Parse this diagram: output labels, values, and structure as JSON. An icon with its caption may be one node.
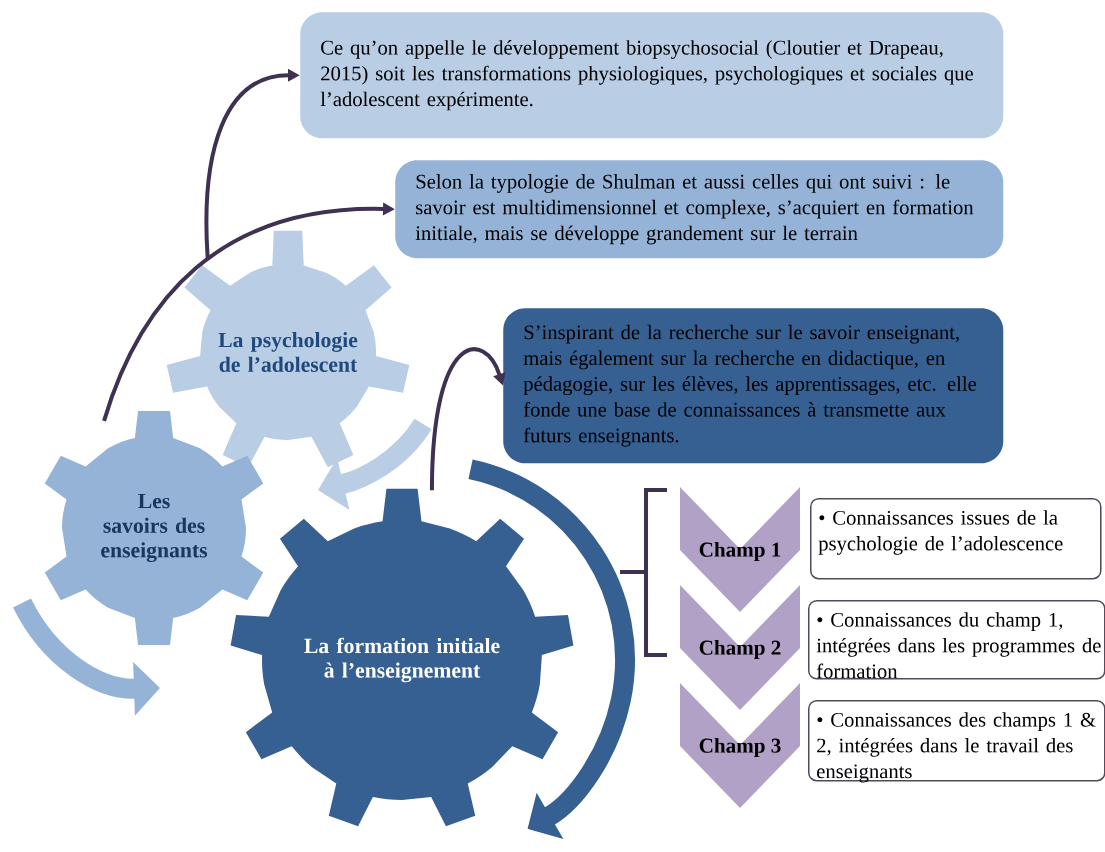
{
  "diagram": {
    "nodes": [
      {
        "text": [
          "La psychologie de l’adolescent"
        ]
      },
      {
        "text": [
          "Les savoirs des enseignants"
        ]
      },
      {
        "text": [
          "La formation initiale à l’enseignement"
        ]
      },
      {
        "text": [
          "Ce qu’on appelle le développement biopsychosocial (Cloutier et Drapeau, 2015) soit les transformations physiologiques, psychologiques et sociales que l’adolescent expérimente."
        ]
      },
      {
        "text": [
          "Selon la typologie de Shulman et aussi celles qui ont suivi : le savoir est multidimensionnel et complexe, s’acquiert en formation initiale, mais se développe grandement sur le terrain"
        ]
      },
      {
        "text": [
          "S’inspirant de la recherche sur le savoir enseignant, mais également sur la recherche en didactique, en pédagogie, sur les élèves, les apprentissages, etc. elle fonde une base de connaissances à transmette aux futurs enseignants."
        ]
      },
      {
        "text": [
          "Champ 1"
        ]
      },
      {
        "text": [
          "Champ 2"
        ]
      },
      {
        "text": [
          "Champ 3"
        ]
      },
      {
        "text": [
          "• Connaissances issues de la psychologie de l’adolescence"
        ]
      },
      {
        "text": [
          "• Connaissances du champ 1, intégrées dans les programmes de formation"
        ]
      },
      {
        "text": [
          "• Connaissances des champs 1 & 2, intégrées dans le travail des enseignants"
        ]
      }
    ],
    "edges": [
      {
        "from": 0,
        "to": 3,
        "arrow": "to"
      },
      {
        "from": 1,
        "to": 4,
        "arrow": "to"
      },
      {
        "from": 2,
        "to": 5,
        "arrow": "to"
      }
    ]
  }
}
